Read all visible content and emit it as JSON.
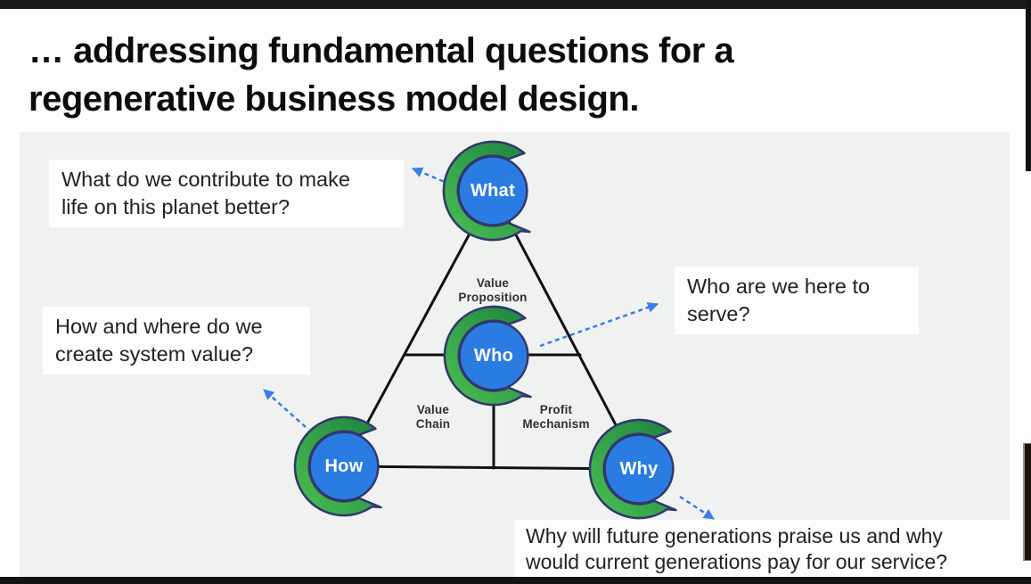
{
  "title": "… addressing fundamental questions for a\nregenerative business model design.",
  "diagram": {
    "nodes": [
      {
        "id": "what",
        "label": "What"
      },
      {
        "id": "who",
        "label": "Who"
      },
      {
        "id": "how",
        "label": "How"
      },
      {
        "id": "why",
        "label": "Why"
      }
    ],
    "sections": [
      {
        "id": "value-proposition",
        "label": "Value\nProposition"
      },
      {
        "id": "value-chain",
        "label": "Value\nChain"
      },
      {
        "id": "profit-mechanism",
        "label": "Profit\nMechanism"
      }
    ],
    "colors": {
      "node_fill": "#2b7ce2",
      "node_outline": "#32376e",
      "arc_green_light": "#4cc052",
      "arc_green_dark": "#1d8240",
      "arrow_blue": "#3b7de4",
      "line_black": "#111111"
    }
  },
  "callouts": {
    "what": "What do we contribute to make\nlife on this planet better?",
    "how": "How and where do we\ncreate system value?",
    "who": "Who are we here to\nserve?",
    "why": "Why will future generations praise us and why\nwould current generations pay for our service?"
  }
}
